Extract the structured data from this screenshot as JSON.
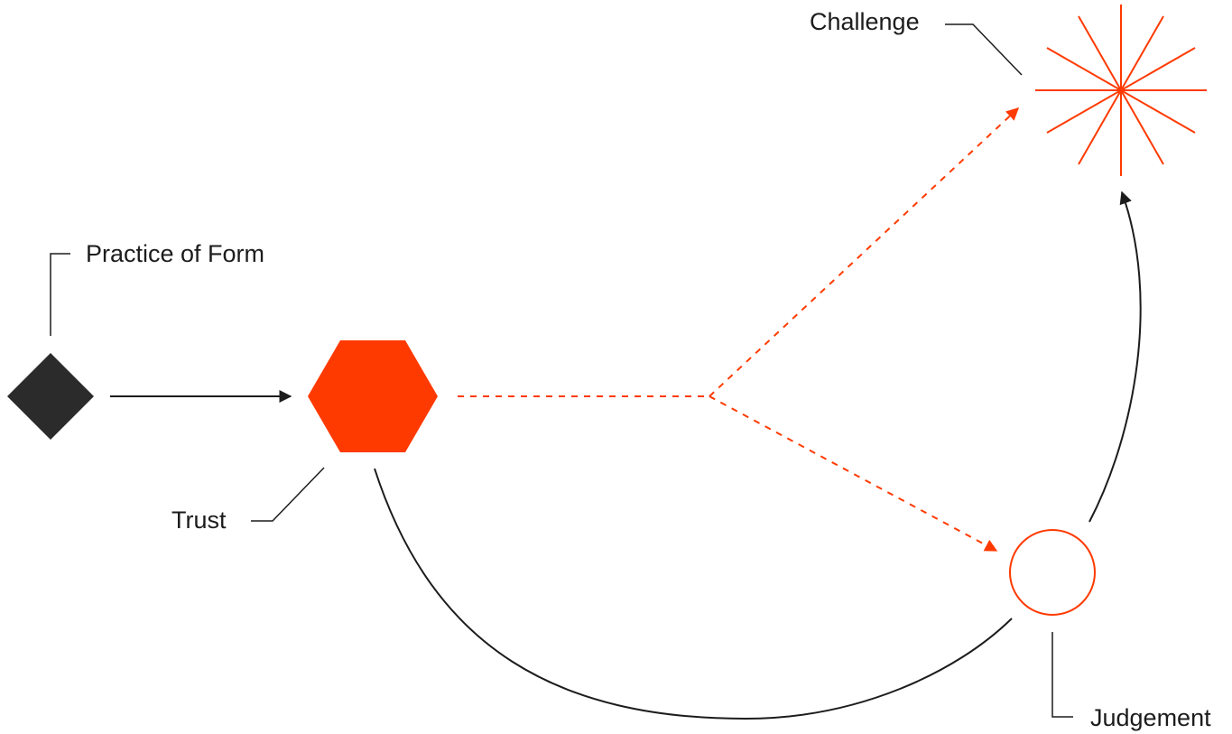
{
  "diagram": {
    "nodes": [
      {
        "id": "practice",
        "shape": "diamond",
        "label": "Practice of Form",
        "color": "#2b2b2b"
      },
      {
        "id": "trust",
        "shape": "hexagon",
        "label": "Trust",
        "color": "#ff3a00"
      },
      {
        "id": "challenge",
        "shape": "starburst",
        "label": "Challenge",
        "color": "#ff3a00"
      },
      {
        "id": "judgement",
        "shape": "circle",
        "label": "Judgement",
        "color": "#ff3a00"
      }
    ],
    "edges": [
      {
        "from": "practice",
        "to": "trust",
        "style": "solid",
        "color": "#1c1c1c"
      },
      {
        "from": "trust",
        "to": "challenge",
        "style": "dashed",
        "color": "#ff3a00"
      },
      {
        "from": "trust",
        "to": "judgement",
        "style": "dashed",
        "color": "#ff3a00"
      },
      {
        "from": "trust",
        "to": "judgement",
        "style": "solid-curve",
        "color": "#1c1c1c"
      },
      {
        "from": "judgement",
        "to": "challenge",
        "style": "solid-curve",
        "color": "#1c1c1c"
      }
    ]
  }
}
